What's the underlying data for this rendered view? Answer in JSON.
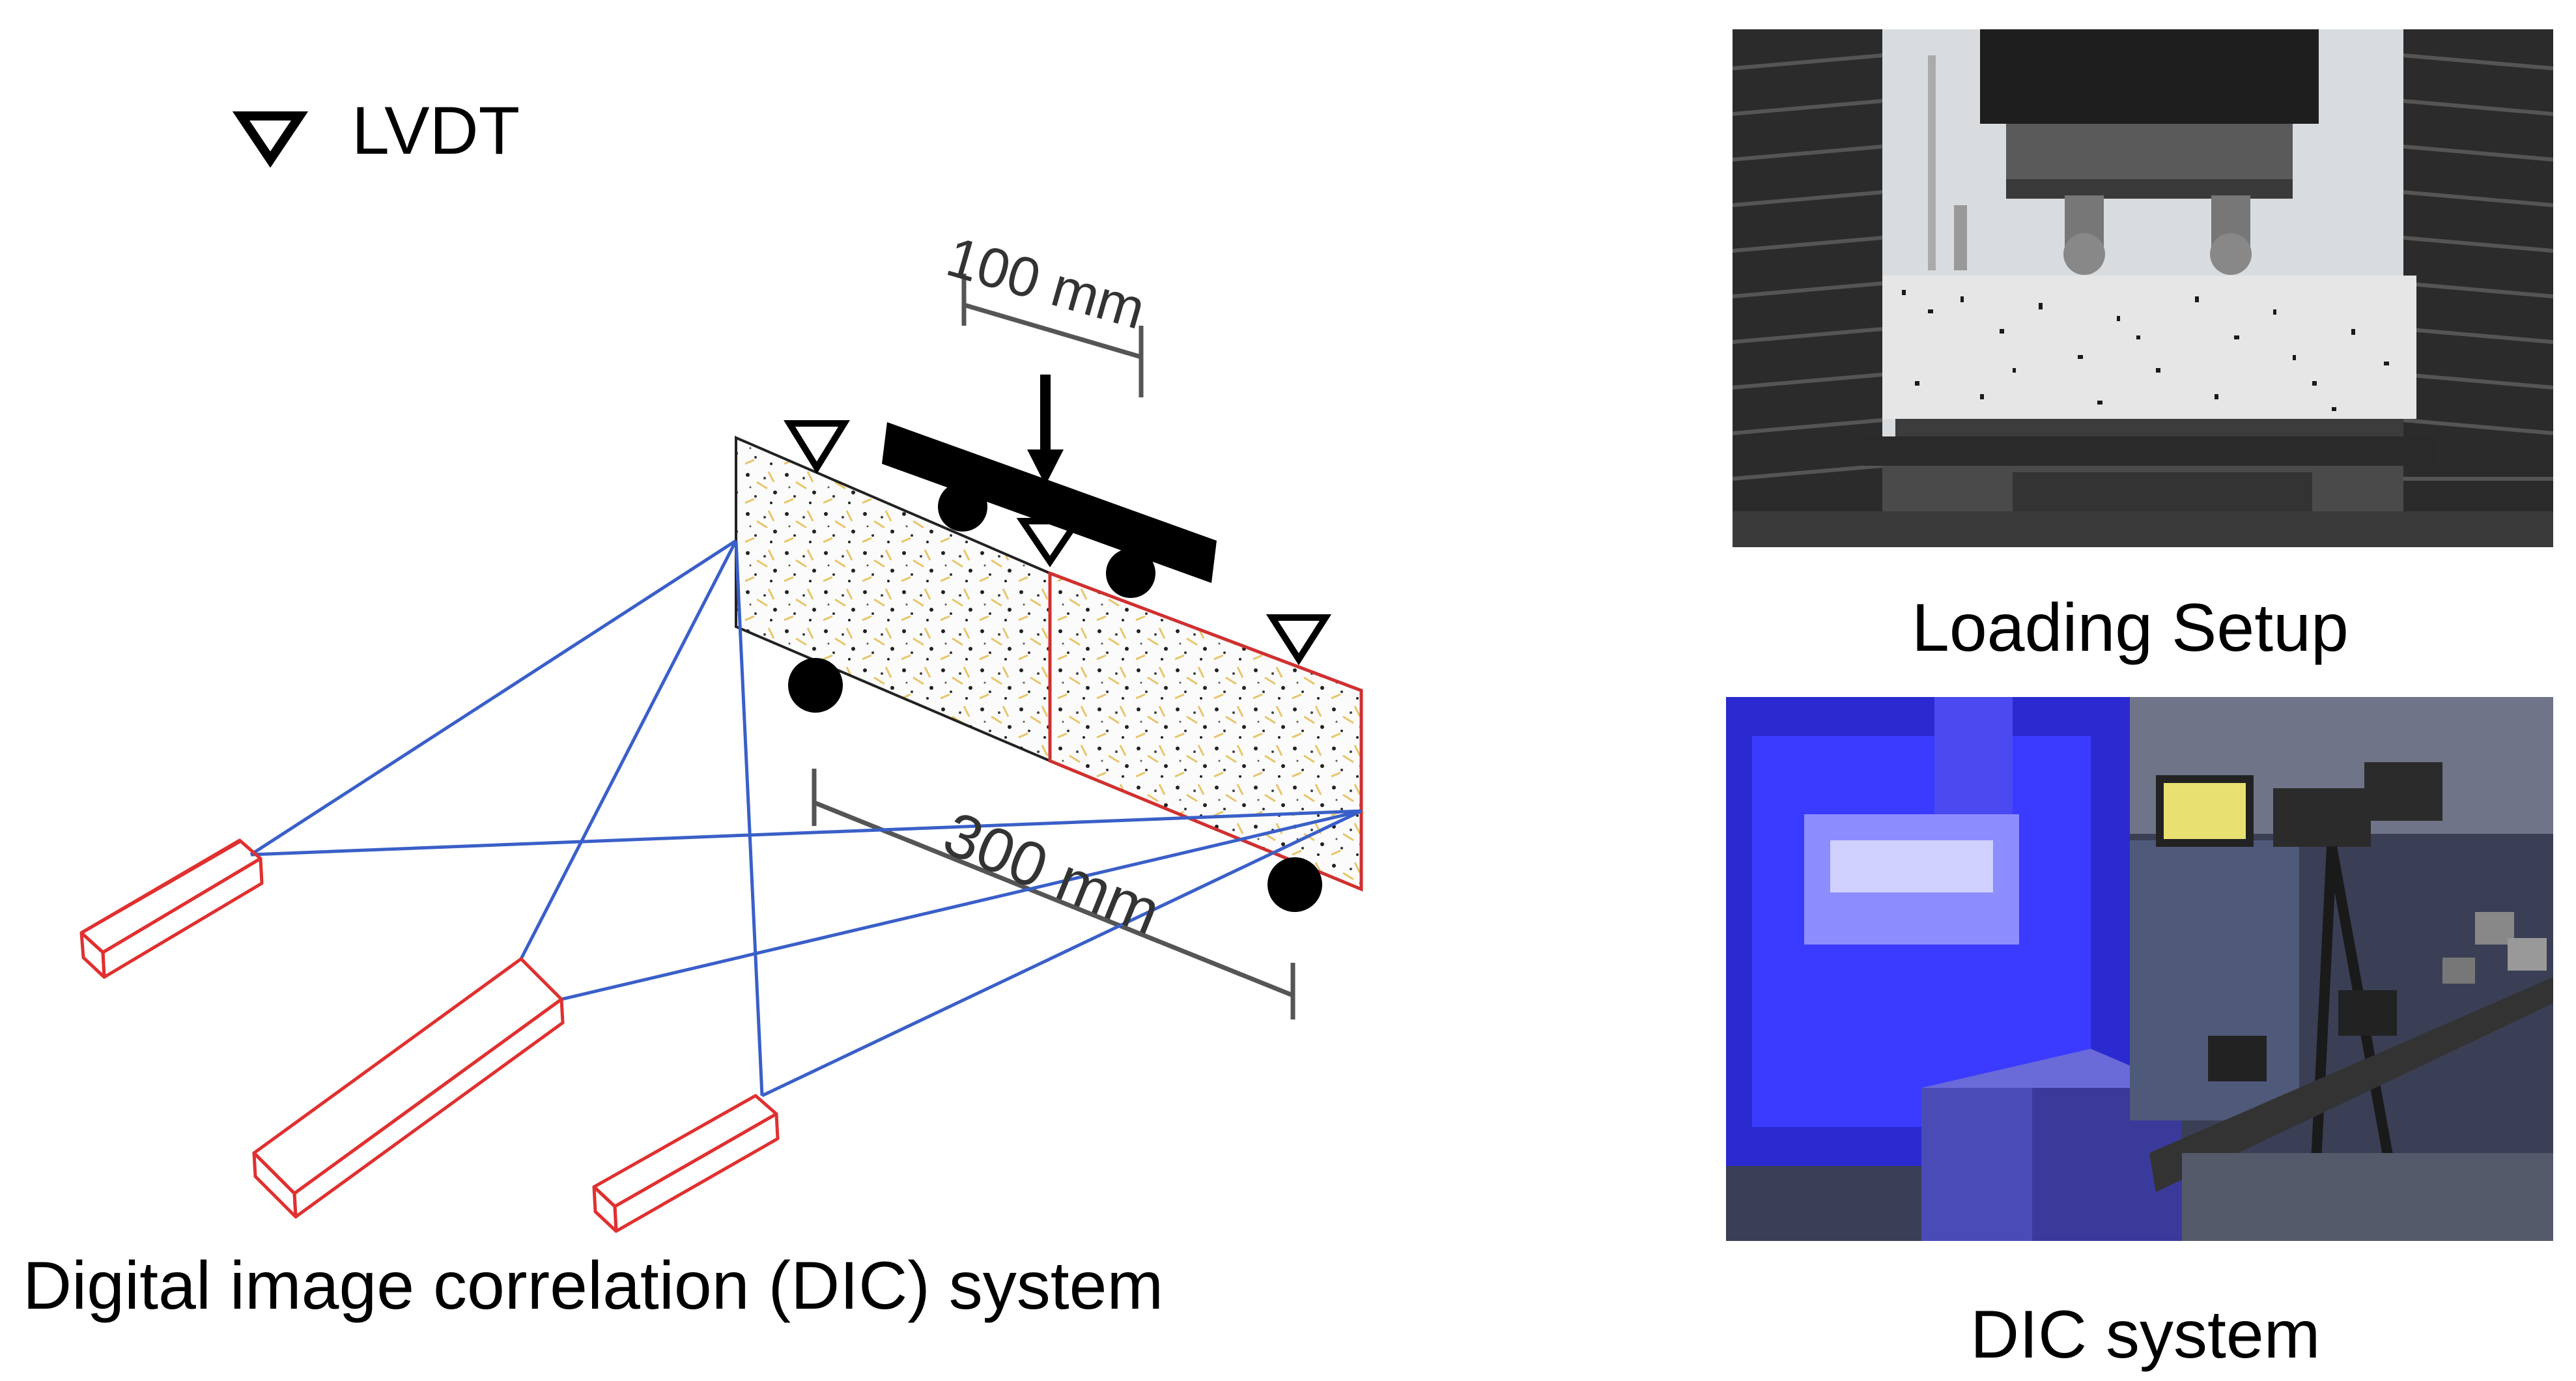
{
  "legend": {
    "symbol": "lvdt-triangle",
    "text": "LVDT"
  },
  "dimensions": {
    "top": "100 mm",
    "bottom": "300 mm"
  },
  "captions": {
    "left": "Digital image correlation (DIC) system",
    "loading": "Loading Setup",
    "dic": "DIC system"
  },
  "colors": {
    "camera": "#e03030",
    "rays": "#3a5fc8",
    "fiber": "#e8c56a",
    "beam_edge": "#222222",
    "highlight_half": "#d03030",
    "dic_light": "#2a2aff"
  }
}
